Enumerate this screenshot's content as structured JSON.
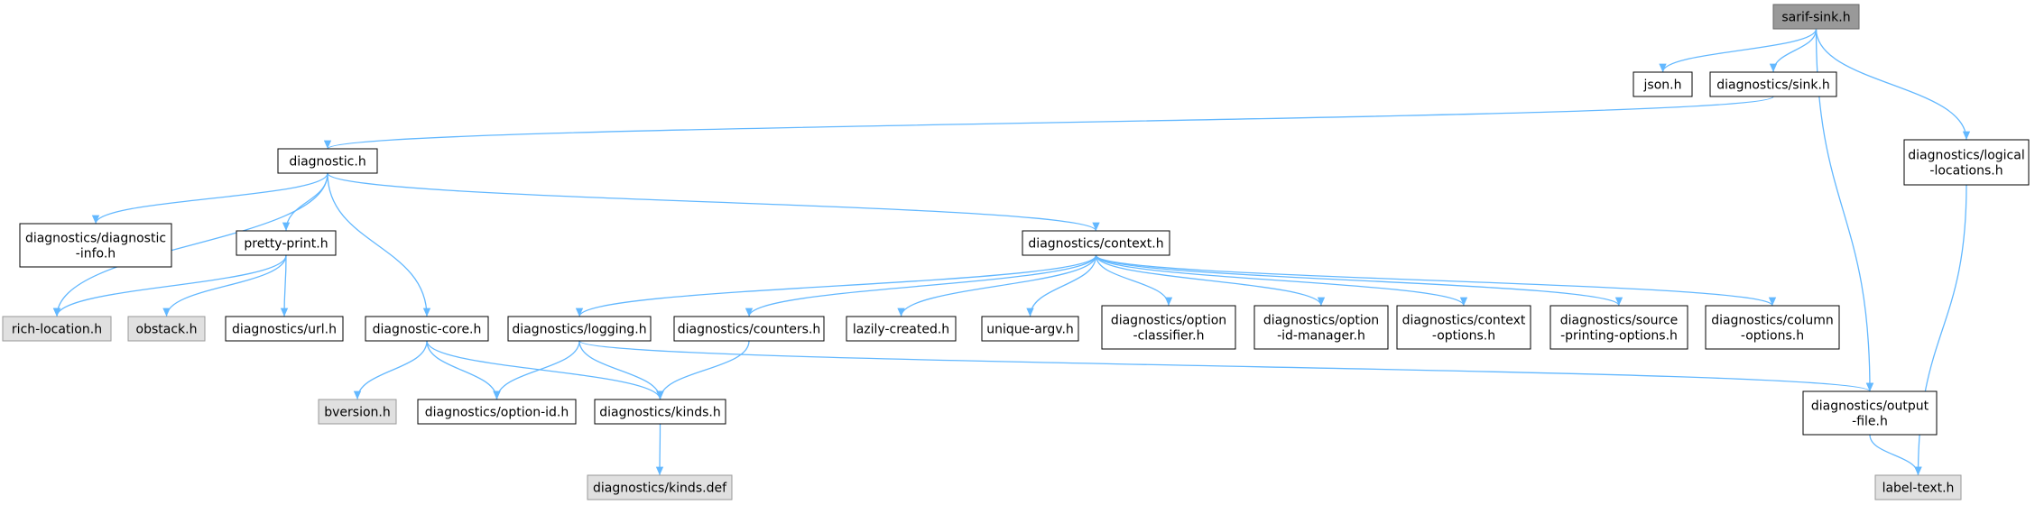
{
  "colors": {
    "edge": "#63b8ff",
    "node_border": "#000000",
    "node_fill_default": "#ffffff",
    "node_fill_external": "#e0e0e0",
    "node_border_external": "#999999",
    "node_fill_root": "#999999",
    "text": "#000000"
  },
  "nodes": [
    {
      "id": "sarif_sink",
      "lines": [
        "sarif-sink.h"
      ],
      "style": "root"
    },
    {
      "id": "json",
      "lines": [
        "json.h"
      ],
      "style": "default"
    },
    {
      "id": "diag_sink",
      "lines": [
        "diagnostics/sink.h"
      ],
      "style": "default"
    },
    {
      "id": "logical_locations",
      "lines": [
        "diagnostics/logical",
        "-locations.h"
      ],
      "style": "default"
    },
    {
      "id": "diagnostic",
      "lines": [
        "diagnostic.h"
      ],
      "style": "default"
    },
    {
      "id": "diagnostic_info",
      "lines": [
        "diagnostics/diagnostic",
        "-info.h"
      ],
      "style": "default"
    },
    {
      "id": "pretty_print",
      "lines": [
        "pretty-print.h"
      ],
      "style": "default"
    },
    {
      "id": "context",
      "lines": [
        "diagnostics/context.h"
      ],
      "style": "default"
    },
    {
      "id": "rich_location",
      "lines": [
        "rich-location.h"
      ],
      "style": "external"
    },
    {
      "id": "obstack",
      "lines": [
        "obstack.h"
      ],
      "style": "external"
    },
    {
      "id": "url",
      "lines": [
        "diagnostics/url.h"
      ],
      "style": "default"
    },
    {
      "id": "diagnostic_core",
      "lines": [
        "diagnostic-core.h"
      ],
      "style": "default"
    },
    {
      "id": "logging",
      "lines": [
        "diagnostics/logging.h"
      ],
      "style": "default"
    },
    {
      "id": "counters",
      "lines": [
        "diagnostics/counters.h"
      ],
      "style": "default"
    },
    {
      "id": "lazily_created",
      "lines": [
        "lazily-created.h"
      ],
      "style": "default"
    },
    {
      "id": "unique_argv",
      "lines": [
        "unique-argv.h"
      ],
      "style": "default"
    },
    {
      "id": "option_classifier",
      "lines": [
        "diagnostics/option",
        "-classifier.h"
      ],
      "style": "default"
    },
    {
      "id": "option_id_manager",
      "lines": [
        "diagnostics/option",
        "-id-manager.h"
      ],
      "style": "default"
    },
    {
      "id": "context_options",
      "lines": [
        "diagnostics/context",
        "-options.h"
      ],
      "style": "default"
    },
    {
      "id": "source_printing",
      "lines": [
        "diagnostics/source",
        "-printing-options.h"
      ],
      "style": "default"
    },
    {
      "id": "column_options",
      "lines": [
        "diagnostics/column",
        "-options.h"
      ],
      "style": "default"
    },
    {
      "id": "bversion",
      "lines": [
        "bversion.h"
      ],
      "style": "external"
    },
    {
      "id": "option_id",
      "lines": [
        "diagnostics/option-id.h"
      ],
      "style": "default"
    },
    {
      "id": "kinds",
      "lines": [
        "diagnostics/kinds.h"
      ],
      "style": "default"
    },
    {
      "id": "output_file",
      "lines": [
        "diagnostics/output",
        "-file.h"
      ],
      "style": "default"
    },
    {
      "id": "kinds_def",
      "lines": [
        "diagnostics/kinds.def"
      ],
      "style": "external"
    },
    {
      "id": "label_text",
      "lines": [
        "label-text.h"
      ],
      "style": "external"
    }
  ],
  "edges": [
    {
      "from": "sarif_sink",
      "to": "json"
    },
    {
      "from": "sarif_sink",
      "to": "diag_sink"
    },
    {
      "from": "sarif_sink",
      "to": "output_file"
    },
    {
      "from": "sarif_sink",
      "to": "logical_locations"
    },
    {
      "from": "diag_sink",
      "to": "diagnostic"
    },
    {
      "from": "logical_locations",
      "to": "label_text"
    },
    {
      "from": "diagnostic",
      "to": "diagnostic_info"
    },
    {
      "from": "diagnostic",
      "to": "pretty_print"
    },
    {
      "from": "diagnostic",
      "to": "rich_location"
    },
    {
      "from": "diagnostic",
      "to": "diagnostic_core"
    },
    {
      "from": "diagnostic",
      "to": "context"
    },
    {
      "from": "pretty_print",
      "to": "rich_location"
    },
    {
      "from": "pretty_print",
      "to": "obstack"
    },
    {
      "from": "pretty_print",
      "to": "url"
    },
    {
      "from": "diagnostic_core",
      "to": "bversion"
    },
    {
      "from": "diagnostic_core",
      "to": "option_id"
    },
    {
      "from": "diagnostic_core",
      "to": "kinds"
    },
    {
      "from": "context",
      "to": "logging"
    },
    {
      "from": "context",
      "to": "counters"
    },
    {
      "from": "context",
      "to": "lazily_created"
    },
    {
      "from": "context",
      "to": "unique_argv"
    },
    {
      "from": "context",
      "to": "option_classifier"
    },
    {
      "from": "context",
      "to": "option_id_manager"
    },
    {
      "from": "context",
      "to": "context_options"
    },
    {
      "from": "context",
      "to": "source_printing"
    },
    {
      "from": "context",
      "to": "column_options"
    },
    {
      "from": "logging",
      "to": "option_id"
    },
    {
      "from": "logging",
      "to": "kinds"
    },
    {
      "from": "logging",
      "to": "output_file"
    },
    {
      "from": "counters",
      "to": "kinds"
    },
    {
      "from": "kinds",
      "to": "kinds_def"
    },
    {
      "from": "output_file",
      "to": "label_text"
    }
  ]
}
